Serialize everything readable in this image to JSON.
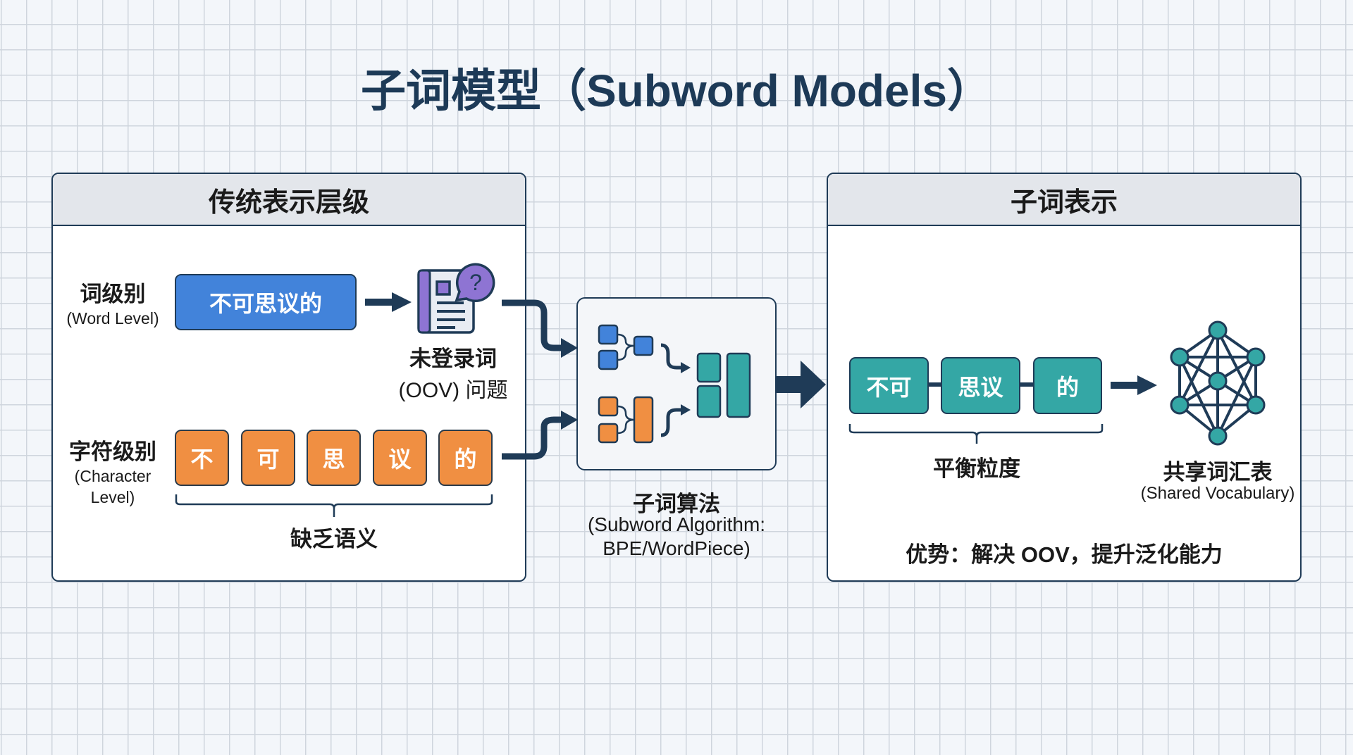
{
  "title": "子词模型（Subword Models）",
  "colors": {
    "dark_navy": "#1f3b57",
    "word_blue": "#4283da",
    "char_orange": "#f08f42",
    "subword_teal": "#34a7a5",
    "icon_purple": "#8e74d3",
    "header_gray": "#e3e6eb"
  },
  "left_panel": {
    "header": "传统表示层级",
    "word_level": {
      "label_zh": "词级别",
      "label_en": "(Word Level)",
      "token": "不可思议的"
    },
    "oov": {
      "icon": "document-question-icon",
      "label_zh": "未登录词",
      "label_en": "(OOV) 问题"
    },
    "char_level": {
      "label_zh": "字符级别",
      "label_en_line1": "(Character",
      "label_en_line2": "Level)",
      "tokens": [
        "不",
        "可",
        "思",
        "议",
        "的"
      ],
      "brace_caption": "缺乏语义"
    }
  },
  "center": {
    "icon": "merge-blocks-icon",
    "label_zh": "子词算法",
    "label_en_line1": "(Subword Algorithm:",
    "label_en_line2": "BPE/WordPiece)"
  },
  "right_panel": {
    "header": "子词表示",
    "tokens": [
      "不可",
      "思议",
      "的"
    ],
    "brace_caption": "平衡粒度",
    "vocab": {
      "icon": "network-graph-icon",
      "label_zh": "共享词汇表",
      "label_en": "(Shared Vocabulary)"
    },
    "advantage": "优势：解决 OOV，提升泛化能力"
  }
}
